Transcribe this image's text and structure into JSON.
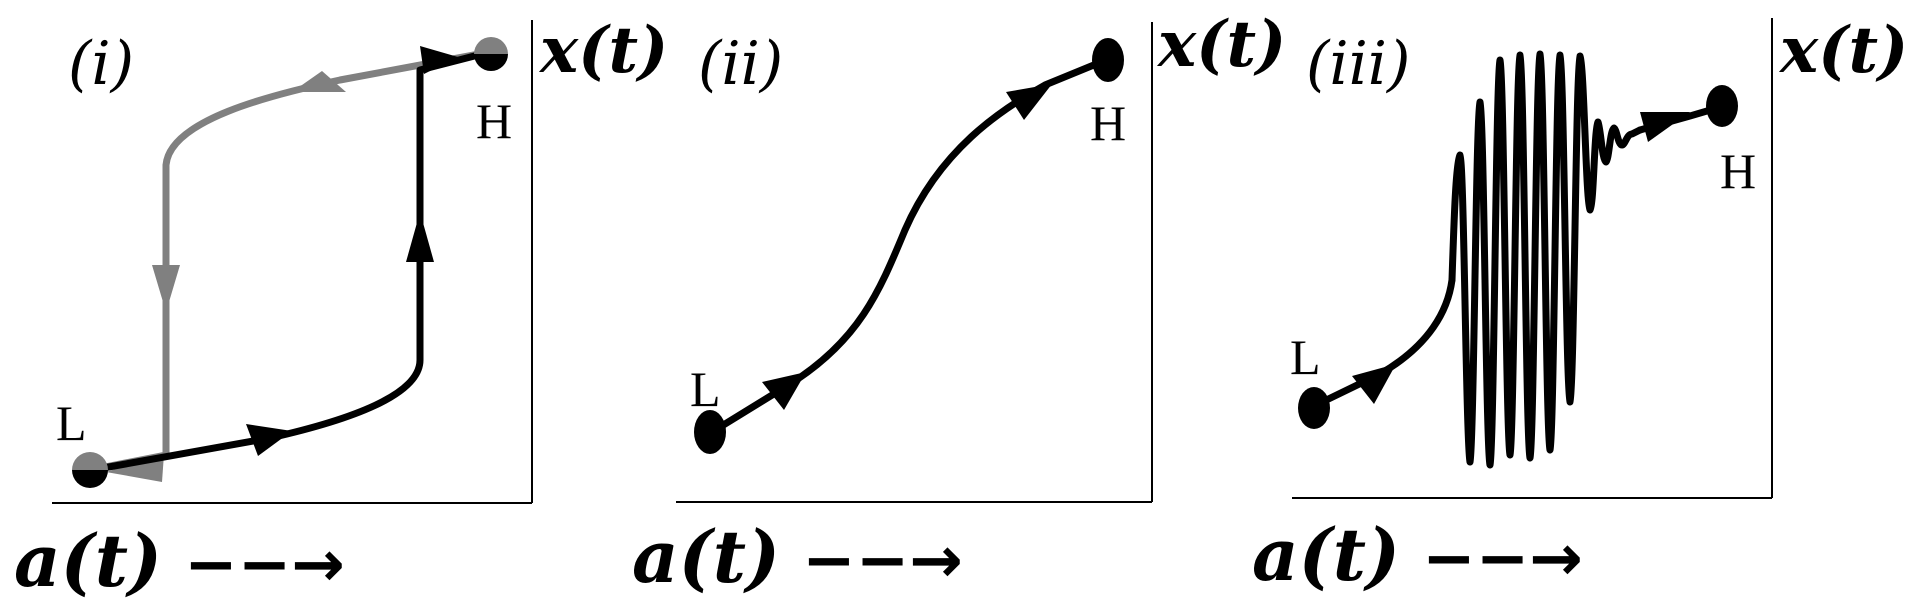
{
  "panels": [
    {
      "label": "(i)",
      "y_axis_label": "x(t)",
      "x_axis_label": "a(t)",
      "x_axis_arrow": "−−→",
      "start_state": "L",
      "end_state": "H",
      "colors": {
        "forward": "#000000",
        "reverse": "#808080"
      }
    },
    {
      "label": "(ii)",
      "y_axis_label": "x(t)",
      "x_axis_label": "a(t)",
      "x_axis_arrow": "−−→",
      "start_state": "L",
      "end_state": "H",
      "colors": {
        "forward": "#000000"
      }
    },
    {
      "label": "(iii)",
      "y_axis_label": "x(t)",
      "x_axis_label": "a(t)",
      "x_axis_arrow": "−−→",
      "start_state": "L",
      "end_state": "H",
      "colors": {
        "forward": "#000000"
      }
    }
  ]
}
